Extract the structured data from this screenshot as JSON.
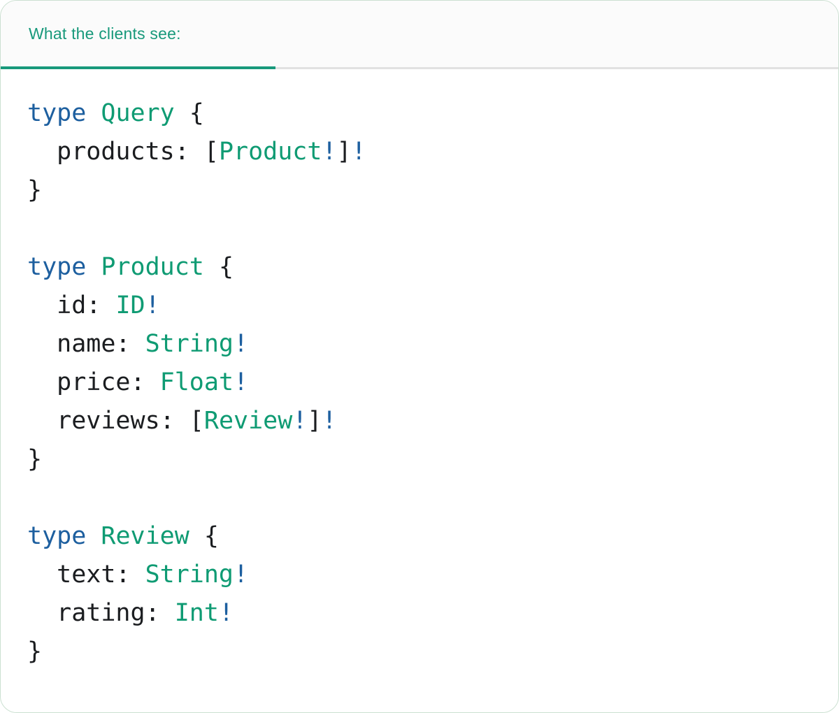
{
  "tab": {
    "label": "What the clients see:"
  },
  "colors": {
    "accent_teal": "#18997b",
    "tab_title": "#18997b",
    "tabbar_border": "#e1e1e1",
    "header_bg": "#fbfbfb",
    "card_border": "#cbe0d1",
    "card_bg": "#ffffff",
    "keyword_blue": "#1d5f9f",
    "type_teal": "#0f9b73",
    "plain_dark": "#1b1d20"
  },
  "code": {
    "language": "graphql",
    "lines": [
      [
        [
          "type",
          "keyword"
        ],
        [
          " ",
          "plain"
        ],
        [
          "Query",
          "type"
        ],
        [
          " {",
          "plain"
        ]
      ],
      [
        [
          "  products: [",
          "plain"
        ],
        [
          "Product",
          "type"
        ],
        [
          "!",
          "bang"
        ],
        [
          "]",
          "plain"
        ],
        [
          "!",
          "bang"
        ]
      ],
      [
        [
          "}",
          "plain"
        ]
      ],
      [],
      [
        [
          "type",
          "keyword"
        ],
        [
          " ",
          "plain"
        ],
        [
          "Product",
          "type"
        ],
        [
          " {",
          "plain"
        ]
      ],
      [
        [
          "  id: ",
          "plain"
        ],
        [
          "ID",
          "type"
        ],
        [
          "!",
          "bang"
        ]
      ],
      [
        [
          "  name: ",
          "plain"
        ],
        [
          "String",
          "type"
        ],
        [
          "!",
          "bang"
        ]
      ],
      [
        [
          "  price: ",
          "plain"
        ],
        [
          "Float",
          "type"
        ],
        [
          "!",
          "bang"
        ]
      ],
      [
        [
          "  reviews: [",
          "plain"
        ],
        [
          "Review",
          "type"
        ],
        [
          "!",
          "bang"
        ],
        [
          "]",
          "plain"
        ],
        [
          "!",
          "bang"
        ]
      ],
      [
        [
          "}",
          "plain"
        ]
      ],
      [],
      [
        [
          "type",
          "keyword"
        ],
        [
          " ",
          "plain"
        ],
        [
          "Review",
          "type"
        ],
        [
          " {",
          "plain"
        ]
      ],
      [
        [
          "  text: ",
          "plain"
        ],
        [
          "String",
          "type"
        ],
        [
          "!",
          "bang"
        ]
      ],
      [
        [
          "  rating: ",
          "plain"
        ],
        [
          "Int",
          "type"
        ],
        [
          "!",
          "bang"
        ]
      ],
      [
        [
          "}",
          "plain"
        ]
      ]
    ]
  }
}
